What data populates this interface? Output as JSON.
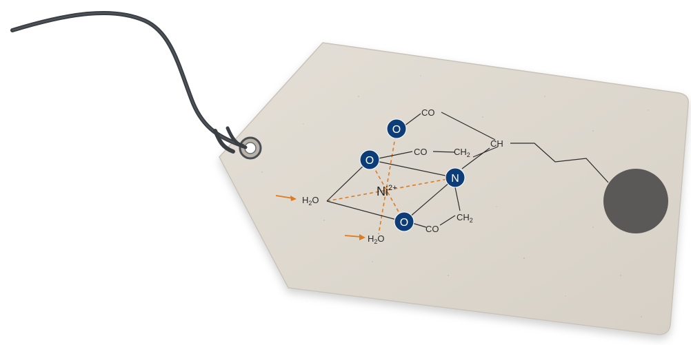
{
  "colors": {
    "tag": "#ddd8cf",
    "tag_edge": "#c9c3b8",
    "string": "#3a3f44",
    "atom_fill": "#0d3d78",
    "atom_text": "#ffffff",
    "bond": "#2b2b2b",
    "coordination": "#e07a1f",
    "arrow": "#e07a1f",
    "disc": "#5b5957"
  },
  "molecule": {
    "metal": {
      "symbol": "Ni",
      "charge": "2+"
    },
    "atoms": [
      {
        "id": "o1",
        "label": "O"
      },
      {
        "id": "o2",
        "label": "O"
      },
      {
        "id": "o3",
        "label": "O"
      },
      {
        "id": "n1",
        "label": "N"
      }
    ],
    "groups": {
      "co_top": "CO",
      "co_mid": "CO",
      "co_bot": "CO",
      "ch": "CH",
      "ch2_top": {
        "main": "CH",
        "sub": "2"
      },
      "ch2_bot": {
        "main": "CH",
        "sub": "2"
      }
    },
    "waters": [
      {
        "main": "H",
        "sub": "2",
        "tail": "O"
      },
      {
        "main": "H",
        "sub": "2",
        "tail": "O"
      }
    ]
  }
}
